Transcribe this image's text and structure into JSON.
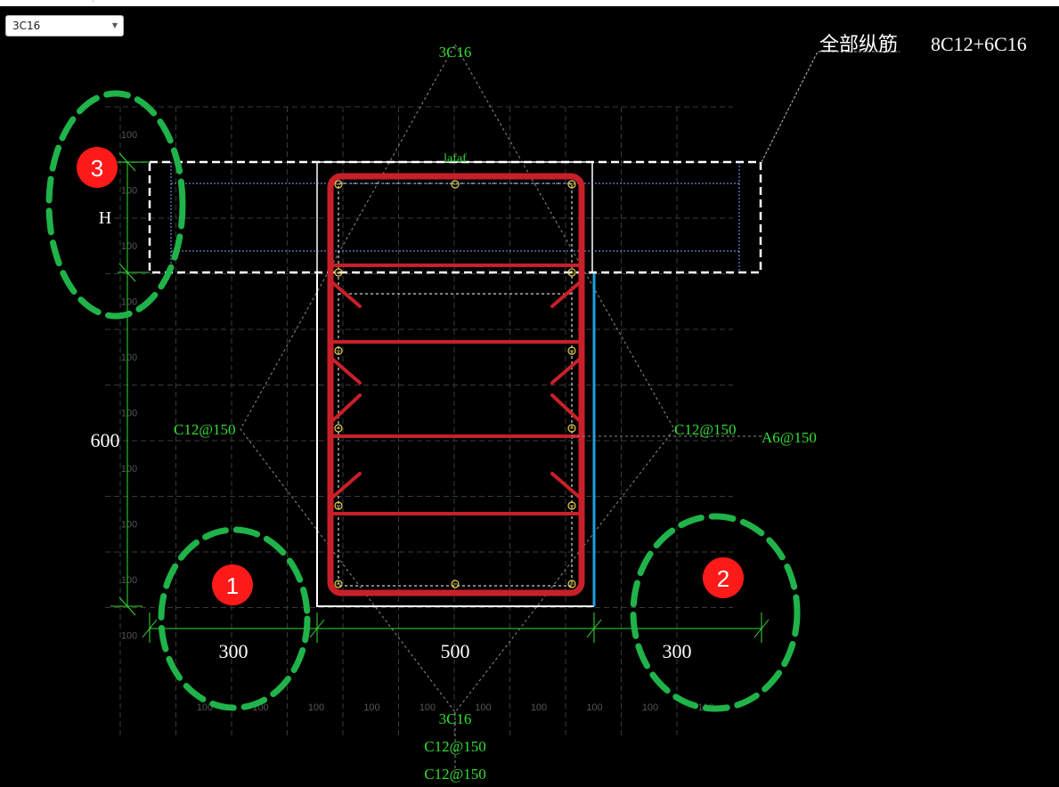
{
  "combo": {
    "selected": "3C16"
  },
  "colors": {
    "background": "#000000",
    "rebar": "#c8202a",
    "label_green": "#33dd33",
    "dim_white": "#ffffff",
    "grid": "#3a3a3a",
    "column_edge_blue": "#1fa0e0",
    "marker_red": "#ff1a1a",
    "highlight_green": "#1fb34a"
  },
  "labels": {
    "total_rebar_prefix": "全部纵筋",
    "total_rebar_value": "8C12+6C16",
    "top_rebar": "3C16",
    "bottom_rebar": "3C16",
    "left_stirrup": "C12@150",
    "right_stirrup": "C12@150",
    "right_tie": "A6@150",
    "bottom_stirrup_1": "C12@150",
    "bottom_stirrup_2": "C12@150",
    "beam_note": "lafaf",
    "flange_height": "H"
  },
  "dimensions": {
    "left_width": "300",
    "center_width": "500",
    "right_width": "300",
    "height": "600"
  },
  "grid_ticks": {
    "left_values": [
      "100",
      "100",
      "100",
      "100",
      "100",
      "100",
      "100",
      "100",
      "100",
      "100"
    ],
    "bottom_values": [
      "100",
      "100",
      "100",
      "100",
      "100",
      "100",
      "100",
      "100",
      "100",
      "100"
    ]
  },
  "markers": [
    {
      "label": "1"
    },
    {
      "label": "2"
    },
    {
      "label": "3"
    }
  ],
  "rebars": {
    "count": 14
  }
}
